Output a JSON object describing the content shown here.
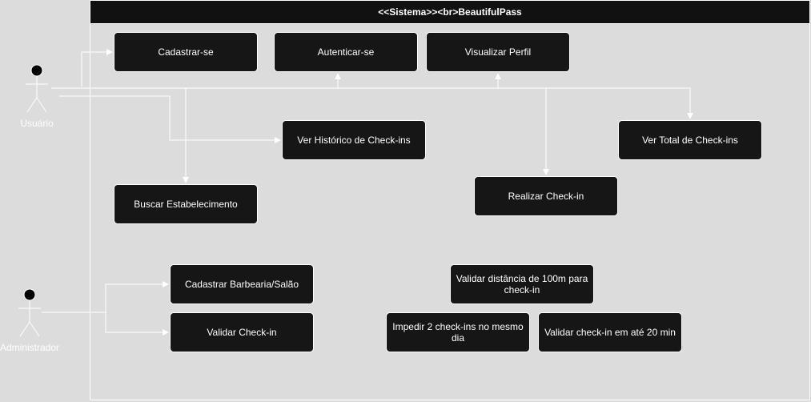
{
  "system": {
    "title": "<<Sistema>><br>BeautifulPass"
  },
  "actors": {
    "usuario": "Usuário",
    "administrador": "Administrador"
  },
  "use_cases": {
    "cadastrar": "Cadastrar-se",
    "autenticar": "Autenticar-se",
    "visualizar_perfil": "Visualizar Perfil",
    "ver_historico": "Ver Histórico de Check-ins",
    "ver_total": "Ver Total de Check-ins",
    "buscar_estabelecimento": "Buscar Estabelecimento",
    "realizar_checkin": "Realizar Check-in",
    "cadastrar_barbearia": "Cadastrar Barbearia/Salão",
    "validar_checkin": "Validar Check-in",
    "validar_distancia": "Validar distância de 100m para check-in",
    "impedir_checkins": "Impedir 2 check-ins no mesmo dia",
    "validar_20min": "Validar check-in em até 20 min"
  },
  "colors": {
    "background": "#dcdcdc",
    "node_fill": "#161616",
    "stroke": "#ffffff"
  }
}
